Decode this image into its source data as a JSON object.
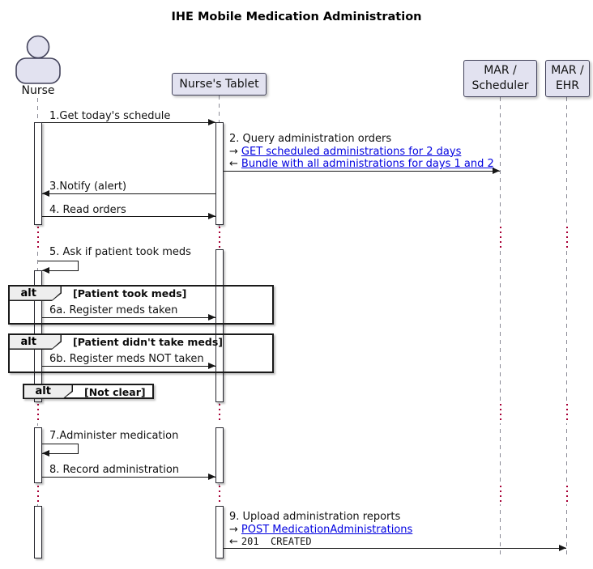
{
  "title": "IHE Mobile Medication Administration",
  "colors": {
    "participant_fill": "#E2E2F0",
    "participant_border": "#42425A",
    "link_blue": "#0202e0",
    "delay_dots": "#A80036",
    "lifeline_gray": "#8A8A96",
    "fragment_border": "#1A1A1A",
    "fragment_tab_fill": "#EEEEEE",
    "text": "#111111"
  },
  "actor": {
    "label": "Nurse"
  },
  "participants": {
    "tablet": {
      "label": "Nurse's Tablet"
    },
    "scheduler": {
      "line1": "MAR /",
      "line2": "Scheduler"
    },
    "ehr": {
      "line1": "MAR /",
      "line2": "EHR"
    }
  },
  "messages": {
    "m1": {
      "label": "1.Get today's schedule"
    },
    "m2": {
      "label": "2. Query administration orders",
      "request_prefix": "→",
      "request_link": "GET scheduled administrations for 2 days",
      "response_prefix": "←",
      "response_link": "Bundle with all administrations for days 1 and 2"
    },
    "m3": {
      "label": "3.Notify (alert)"
    },
    "m4": {
      "label": "4. Read orders"
    },
    "m5": {
      "label": "5. Ask if patient took meds"
    },
    "m6a": {
      "label": "6a. Register meds taken"
    },
    "m6b": {
      "label": "6b. Register meds NOT taken"
    },
    "m7": {
      "label": "7.Administer medication"
    },
    "m8": {
      "label": "8. Record administration"
    },
    "m9": {
      "label": "9. Upload administration reports",
      "request_prefix": "→",
      "request_link": "POST MedicationAdministrations",
      "response_prefix": "←",
      "response_code": "201  CREATED"
    }
  },
  "fragments": {
    "alt1": {
      "keyword": "alt",
      "condition": "[Patient took meds]"
    },
    "alt2": {
      "keyword": "alt",
      "condition": "[Patient didn't take meds]"
    },
    "alt3": {
      "keyword": "alt",
      "condition": "[Not clear]"
    }
  }
}
